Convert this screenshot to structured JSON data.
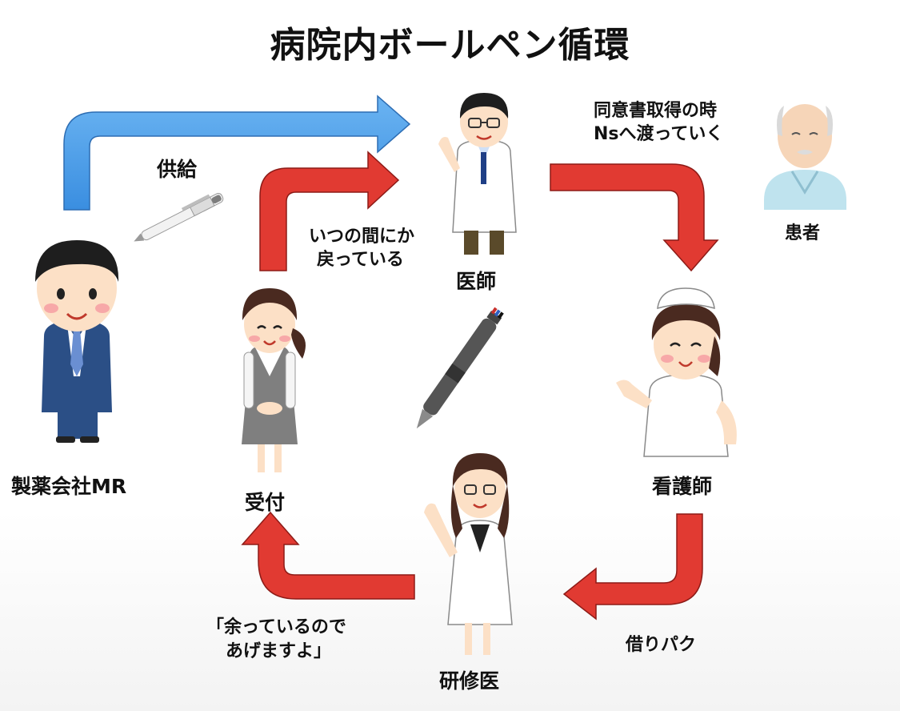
{
  "title": "病院内ボールペン循環",
  "roles": {
    "mr": "製薬会社MR",
    "doctor": "医師",
    "nurse": "看護師",
    "resident": "研修医",
    "reception": "受付",
    "patient": "患者"
  },
  "notes": {
    "supply": "供給",
    "returned_line1": "いつの間にか",
    "returned_line2": "戻っている",
    "consent_line1": "同意書取得の時",
    "consent_line2": "Nsへ渡っていく",
    "borrow": "借りパク",
    "giveaway_line1": "「余っているので",
    "giveaway_line2": "あげますよ」"
  },
  "colors": {
    "supply_arrow": "#4a9de8",
    "cycle_arrow": "#e13a32",
    "arrow_outline": "#8d1b17"
  },
  "icons": [
    "mr-person-icon",
    "doctor-icon",
    "nurse-icon",
    "resident-icon",
    "reception-icon",
    "patient-icon",
    "pen-icon",
    "multicolor-pen-icon"
  ]
}
